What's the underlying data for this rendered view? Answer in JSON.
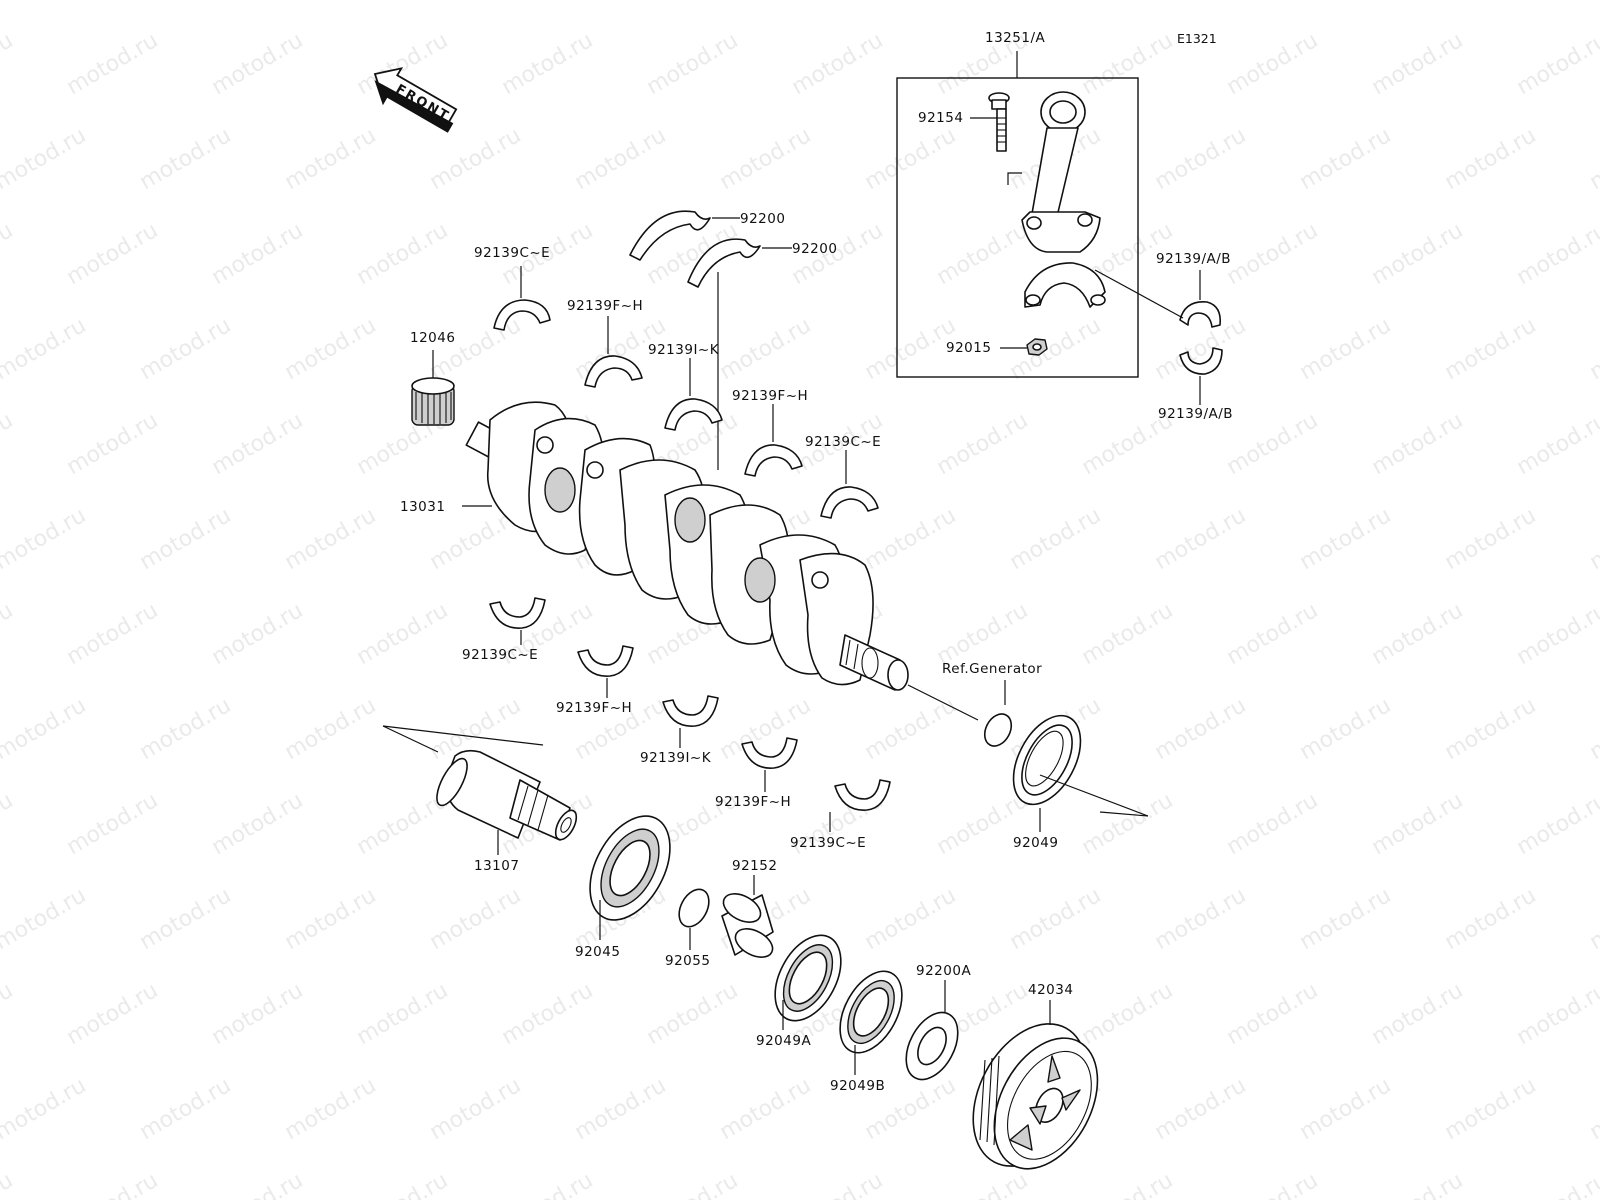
{
  "diagram_code": "E1321",
  "watermark_text": "motod.ru",
  "front_label": "FRONT",
  "ref_generator_label": "Ref.Generator",
  "callouts": {
    "p13251": "13251/A",
    "p92154": "92154",
    "p92015": "92015",
    "p92139ab_top": "92139/A/B",
    "p92139ab_bottom": "92139/A/B",
    "p92200_top": "92200",
    "p92200_second": "92200",
    "p92139ce_top": "92139C~E",
    "p92139fh_top": "92139F~H",
    "p12046": "12046",
    "p92139ik_top": "92139I~K",
    "p92139fh_mid": "92139F~H",
    "p92139ce_mid": "92139C~E",
    "p13031": "13031",
    "p92139ce_lower": "92139C~E",
    "p92139fh_lower": "92139F~H",
    "p92139ik_lower": "92139I~K",
    "p92139fh_bottom": "92139F~H",
    "p92139ce_bottom": "92139C~E",
    "p13107": "13107",
    "p92045": "92045",
    "p92055": "92055",
    "p92152": "92152",
    "p92049": "92049",
    "p92049a": "92049A",
    "p92049b": "92049B",
    "p92200a": "92200A",
    "p42034": "42034"
  }
}
